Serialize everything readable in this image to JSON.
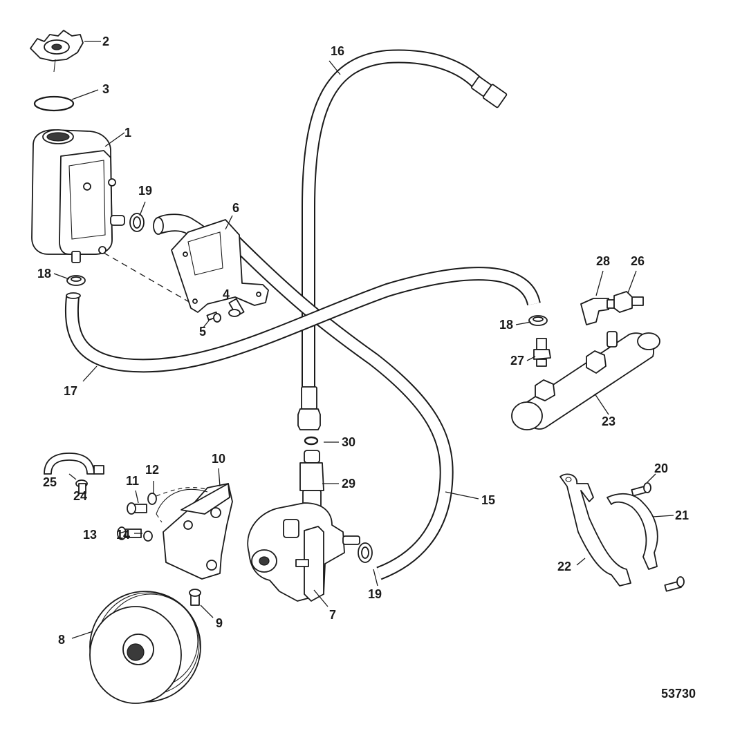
{
  "diagram_id": "53730",
  "parts": [
    {
      "ref": "1",
      "component": "fluid-reservoir"
    },
    {
      "ref": "2",
      "component": "reservoir-cap"
    },
    {
      "ref": "3",
      "component": "o-ring"
    },
    {
      "ref": "4",
      "component": "screw"
    },
    {
      "ref": "5",
      "component": "screw"
    },
    {
      "ref": "6",
      "component": "reservoir-bracket"
    },
    {
      "ref": "7",
      "component": "power-steering-pump"
    },
    {
      "ref": "8",
      "component": "pulley"
    },
    {
      "ref": "9",
      "component": "screw"
    },
    {
      "ref": "10",
      "component": "pump-bracket"
    },
    {
      "ref": "11",
      "component": "screw"
    },
    {
      "ref": "12",
      "component": "washer"
    },
    {
      "ref": "13",
      "component": "screw"
    },
    {
      "ref": "14",
      "component": "washer"
    },
    {
      "ref": "15",
      "component": "return-hose"
    },
    {
      "ref": "16",
      "component": "pressure-hose"
    },
    {
      "ref": "17",
      "component": "supply-hose"
    },
    {
      "ref": "18",
      "component": "hose-clamp"
    },
    {
      "ref": "19",
      "component": "hose-clamp"
    },
    {
      "ref": "20",
      "component": "screw"
    },
    {
      "ref": "21",
      "component": "strap"
    },
    {
      "ref": "22",
      "component": "strap"
    },
    {
      "ref": "23",
      "component": "fluid-cooler"
    },
    {
      "ref": "24",
      "component": "screw"
    },
    {
      "ref": "25",
      "component": "clamp"
    },
    {
      "ref": "26",
      "component": "fitting"
    },
    {
      "ref": "27",
      "component": "fitting"
    },
    {
      "ref": "28",
      "component": "elbow-fitting"
    },
    {
      "ref": "29",
      "component": "fitting"
    },
    {
      "ref": "30",
      "component": "o-ring"
    }
  ]
}
